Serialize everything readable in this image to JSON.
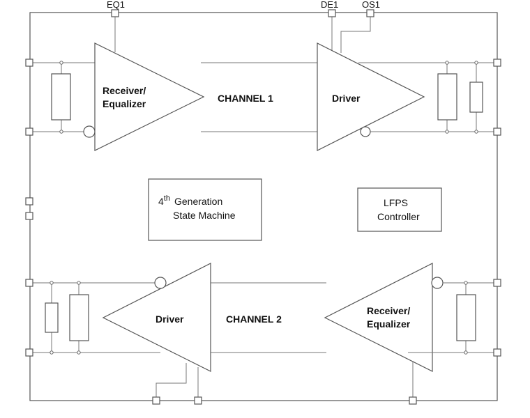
{
  "pins": {
    "eq1": "EQ1",
    "de1": "DE1",
    "os1": "OS1"
  },
  "channel1": {
    "label": "CHANNEL 1",
    "receiver_line1": "Receiver/",
    "receiver_line2": "Equalizer",
    "driver": "Driver"
  },
  "channel2": {
    "label": "CHANNEL 2",
    "receiver_line1": "Receiver/",
    "receiver_line2": "Equalizer",
    "driver": "Driver"
  },
  "state_machine": {
    "num": "4",
    "sup": "th",
    "line1": "Generation",
    "line2": "State Machine"
  },
  "lfps": {
    "line1": "LFPS",
    "line2": "Controller"
  },
  "colors": {
    "line": "#555555",
    "text": "#111111"
  }
}
